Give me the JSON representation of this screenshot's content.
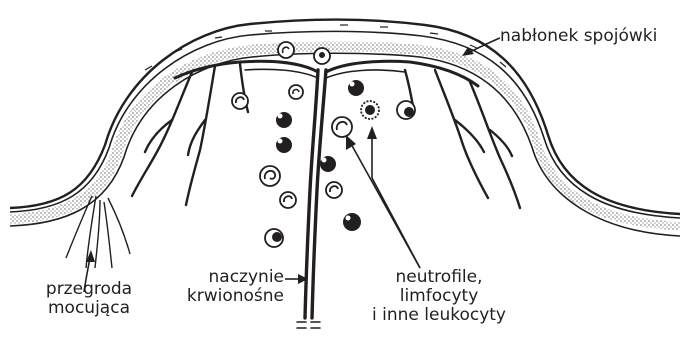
{
  "labels": {
    "epithelium": "nabłonek spojówki",
    "septum": [
      "przegroda",
      "mocująca"
    ],
    "vessel": [
      "naczynie",
      "krwionośne"
    ],
    "leukocytes": [
      "neutrofile,",
      "limfocyty",
      "i inne leukocyty"
    ]
  },
  "colors": {
    "ink": "#231f20",
    "background": "#ffffff"
  }
}
